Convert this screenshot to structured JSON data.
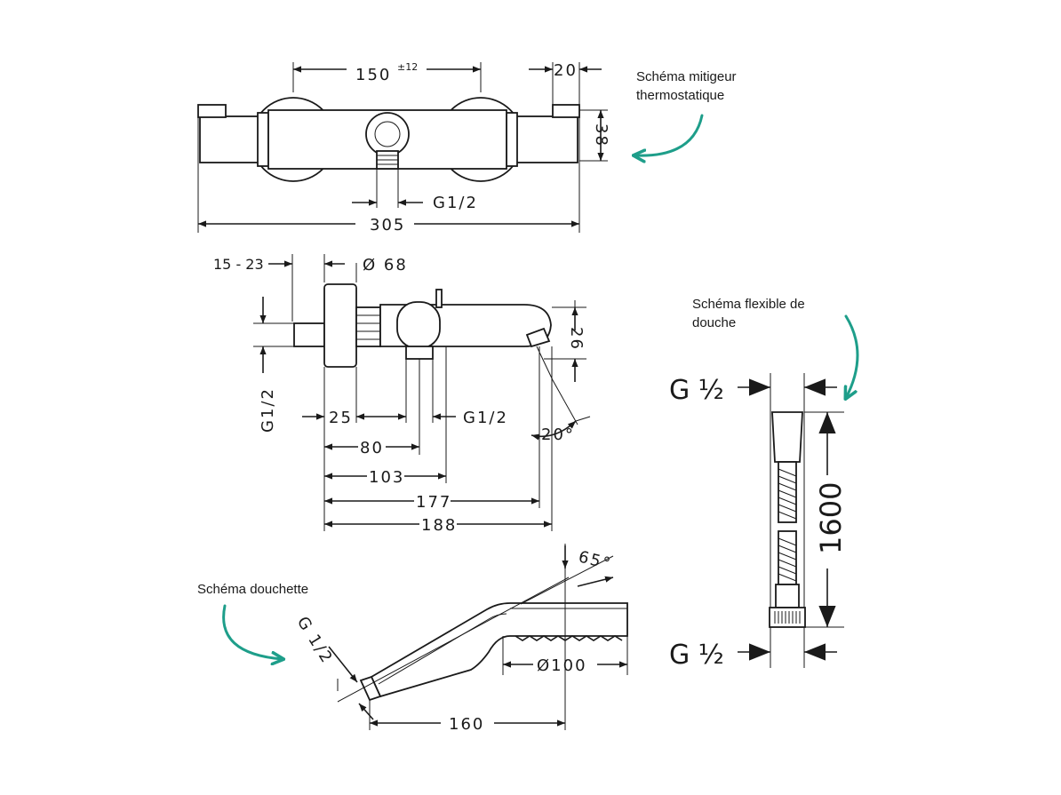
{
  "captions": {
    "mitigeur_line1": "Schéma mitigeur",
    "mitigeur_line2": "thermostatique",
    "flexible_line1": "Schéma flexible de",
    "flexible_line2": "douche",
    "douchette": "Schéma douchette"
  },
  "mixer_top": {
    "dim_spacing": "150",
    "dim_tolerance": "±12",
    "dim_knob": "20",
    "dim_height": "38",
    "dim_outlet": "G1/2",
    "dim_width": "305"
  },
  "mixer_side": {
    "dim_offset": "15 - 23",
    "dim_diameter": "Ø 68",
    "dim_inlet": "G1/2",
    "dim_25": "25",
    "dim_outlet": "G1/2",
    "dim_80": "80",
    "dim_103": "103",
    "dim_177": "177",
    "dim_188": "188",
    "dim_26": "26",
    "dim_angle": "20°"
  },
  "hose": {
    "dim_top_thread": "G ½",
    "dim_length": "1600",
    "dim_bottom_thread": "G ½"
  },
  "handshower": {
    "dim_thread": "G 1/2",
    "dim_angle": "65°",
    "dim_diameter": "Ø100",
    "dim_length": "160"
  },
  "colors": {
    "line": "#1a1a1a",
    "accent": "#1e9e8a",
    "background": "#ffffff"
  }
}
